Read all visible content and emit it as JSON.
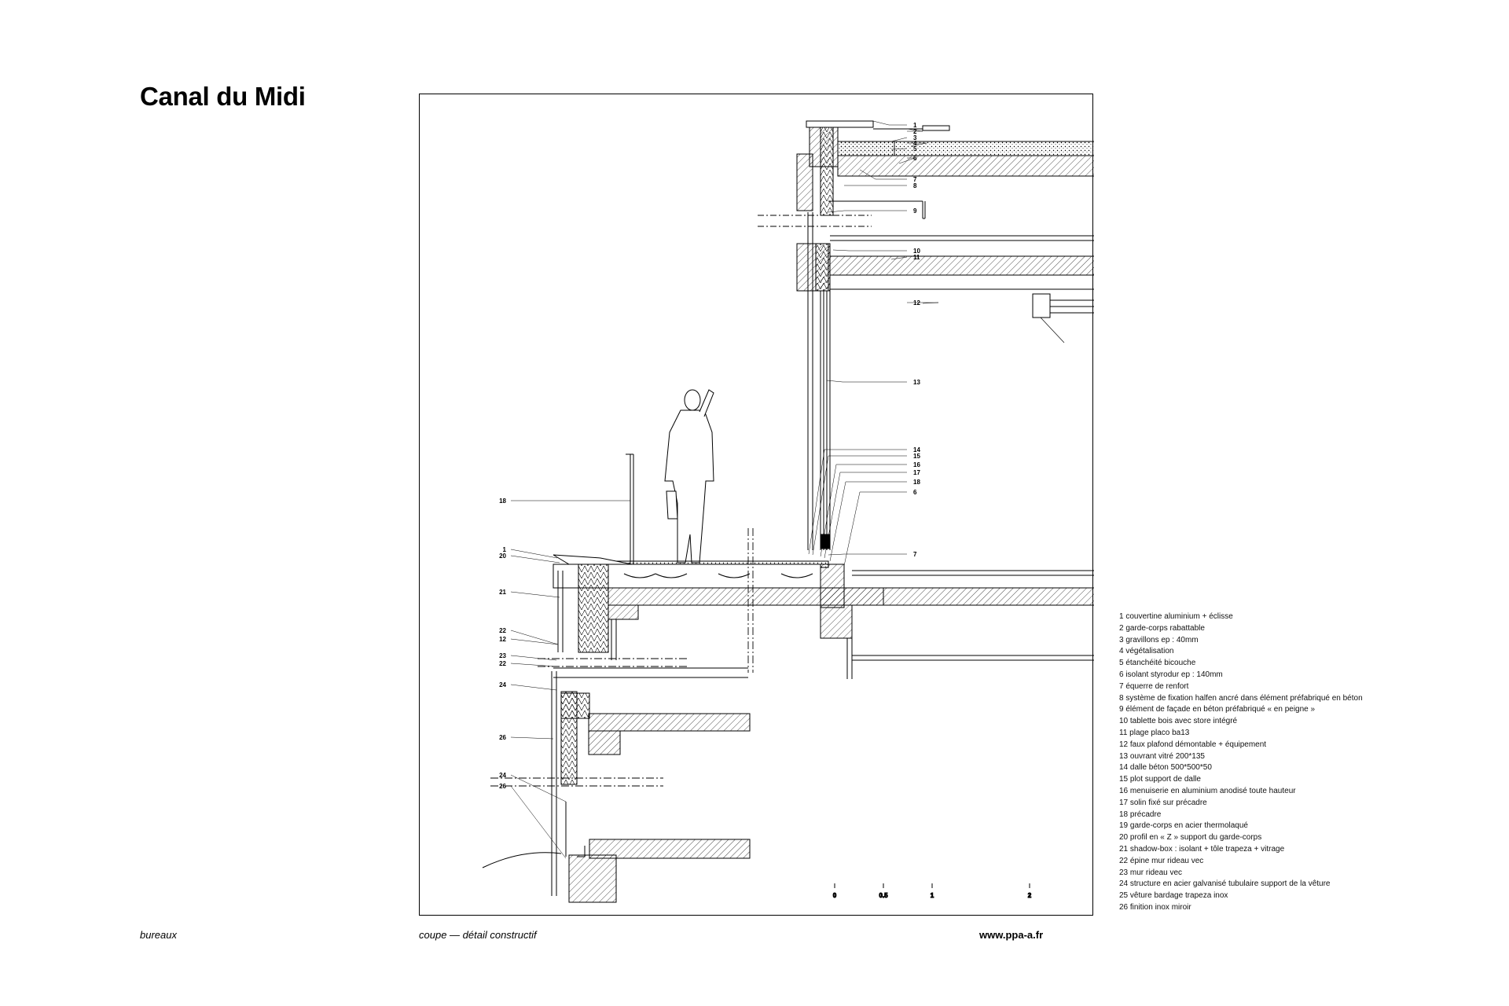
{
  "title": "Canal du Midi",
  "footer": {
    "left": "bureaux",
    "center": "coupe — détail constructif",
    "right": "www.ppa-a.fr"
  },
  "callouts_right": [
    "1",
    "2",
    "3",
    "4",
    "5",
    "6",
    "7",
    "8",
    "9",
    "10",
    "11",
    "12",
    "13",
    "14",
    "15",
    "16",
    "17",
    "18",
    "6",
    "7"
  ],
  "callouts_left": [
    "18",
    "1",
    "20",
    "21",
    "22",
    "12",
    "23",
    "22",
    "24",
    "26",
    "24",
    "26"
  ],
  "scale": [
    "0",
    "0.5",
    "1",
    "2"
  ],
  "legend": [
    "1 couvertine aluminium + éclisse",
    "2 garde-corps rabattable",
    "3 gravillons ep : 40mm",
    "4 végétalisation",
    "5 étanchéité bicouche",
    "6 isolant styrodur ep : 140mm",
    "7 équerre de renfort",
    "8 système de fixation halfen ancré dans élément préfabriqué en béton",
    "9 élément de façade en béton préfabriqué « en peigne »",
    "10 tablette bois avec store intégré",
    "11 plage placo ba13",
    "12 faux plafond démontable + équipement",
    "13 ouvrant vitré 200*135",
    "14 dalle béton 500*500*50",
    "15 plot support de dalle",
    "16 menuiserie en aluminium anodisé toute hauteur",
    "17 solin fixé sur précadre",
    "18 précadre",
    "19 garde-corps en acier thermolaqué",
    "20 profil en « Z » support du garde-corps",
    "21 shadow-box : isolant + tôle trapeza + vitrage",
    "22 épine mur rideau vec",
    "23 mur rideau vec",
    "24 structure en acier galvanisé tubulaire support de la vêture",
    "25 vêture bardage trapeza inox",
    "26 finition inox miroir"
  ]
}
